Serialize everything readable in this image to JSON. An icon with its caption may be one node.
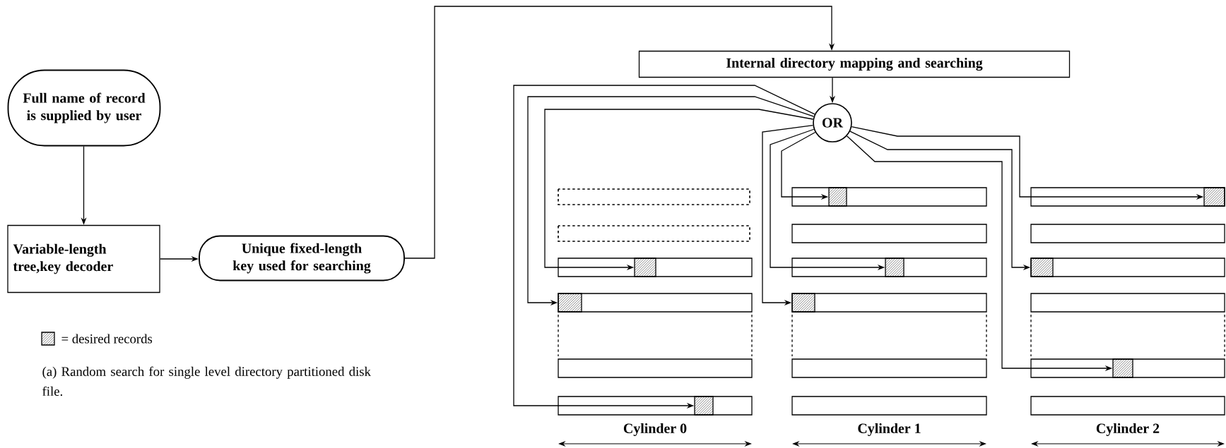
{
  "diagram": {
    "caption": "(a) Random search for single level directory partitioned disk file.",
    "nodes": [
      {
        "text": [
          "Full name of record is supplied by user"
        ]
      },
      {
        "text": [
          "Variable-length tree,key decoder"
        ]
      },
      {
        "text": [
          "Unique fixed-length key used for searching"
        ]
      },
      {
        "text": [
          "Internal directory mapping and searching"
        ]
      },
      {
        "text": [
          "OR"
        ]
      },
      {
        "text": [],
        "shape": "box"
      },
      {
        "text": [],
        "shape": "box"
      },
      {
        "text": [],
        "shape": "box"
      },
      {
        "text": [],
        "shape": "box"
      },
      {
        "text": [],
        "shape": "box"
      },
      {
        "text": [],
        "shape": "box"
      },
      {
        "text": [],
        "shape": "box"
      },
      {
        "text": [],
        "shape": "box"
      },
      {
        "text": [],
        "shape": "box"
      }
    ],
    "edges": [
      {
        "from": 0,
        "to": 1,
        "arrow": "to"
      },
      {
        "from": 1,
        "to": 2,
        "arrow": "to"
      },
      {
        "from": 2,
        "to": 3,
        "arrow": "to"
      },
      {
        "from": 3,
        "to": 4,
        "arrow": "to"
      },
      {
        "from": 4,
        "to": 5,
        "arrow": "to"
      },
      {
        "from": 4,
        "to": 6,
        "arrow": "to"
      },
      {
        "from": 4,
        "to": 7,
        "arrow": "to"
      },
      {
        "from": 4,
        "to": 8,
        "arrow": "to"
      },
      {
        "from": 4,
        "to": 9,
        "arrow": "to"
      },
      {
        "from": 4,
        "to": 10,
        "arrow": "to"
      },
      {
        "from": 4,
        "to": 11,
        "arrow": "to"
      },
      {
        "from": 4,
        "to": 12,
        "arrow": "to"
      },
      {
        "from": 4,
        "to": 13,
        "arrow": "to"
      }
    ],
    "labels": [
      "Cylinder 0",
      "Cylinder 1",
      "Cylinder 2"
    ],
    "legend": [
      {
        "text": "= desired records"
      }
    ]
  }
}
